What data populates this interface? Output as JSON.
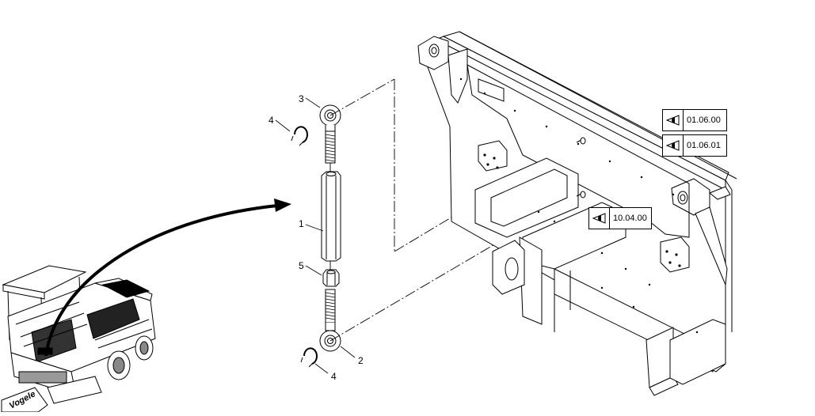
{
  "callouts": [
    {
      "label": "3"
    },
    {
      "label": "4"
    },
    {
      "label": "1"
    },
    {
      "label": "5"
    },
    {
      "label": "2"
    },
    {
      "label": "4"
    }
  ],
  "references": [
    {
      "label": "01.06.00"
    },
    {
      "label": "01.06.01"
    },
    {
      "label": "10.04.00"
    }
  ],
  "logo": "Vogele",
  "icons": [
    "eye-icon"
  ]
}
